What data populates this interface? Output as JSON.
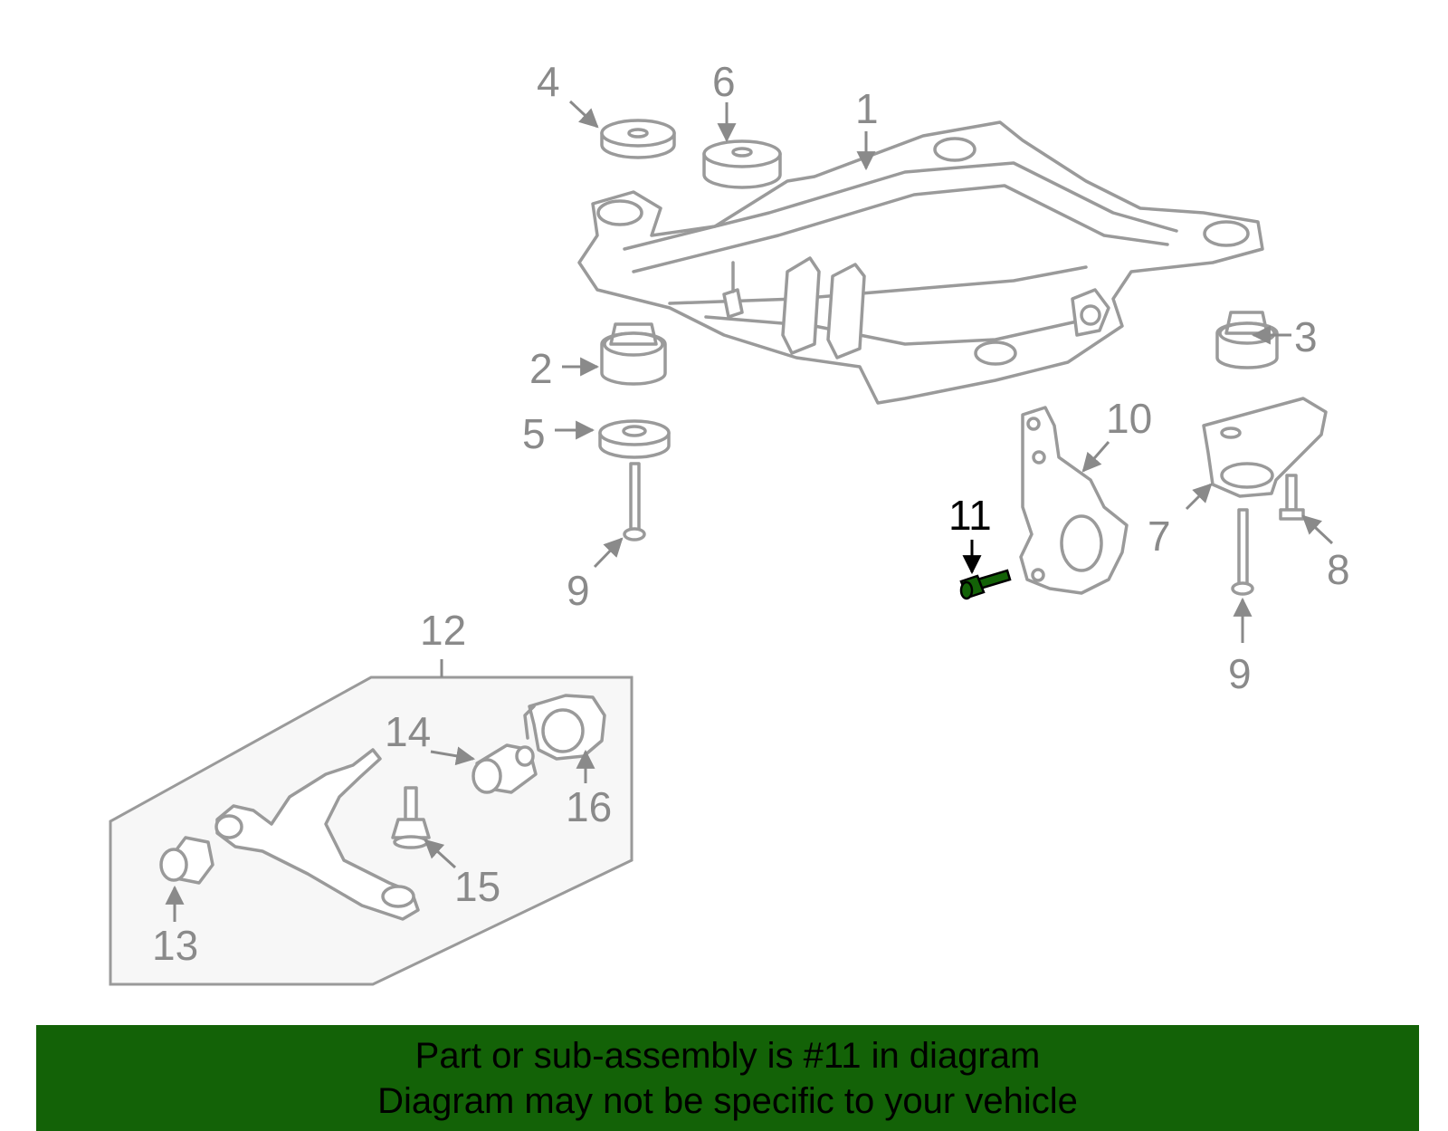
{
  "diagram": {
    "labels": [
      "1",
      "2",
      "3",
      "4",
      "5",
      "6",
      "7",
      "8",
      "9",
      "9",
      "10",
      "11",
      "12",
      "13",
      "14",
      "15",
      "16"
    ],
    "highlight": "11",
    "highlight_color": "#136207",
    "part_color": "#9a9a9a",
    "label_color": "#8a8a8a"
  },
  "banner": {
    "line1": "Part or sub-assembly is #11 in diagram",
    "line2": "Diagram may not be specific to your vehicle",
    "background": "#136207"
  }
}
